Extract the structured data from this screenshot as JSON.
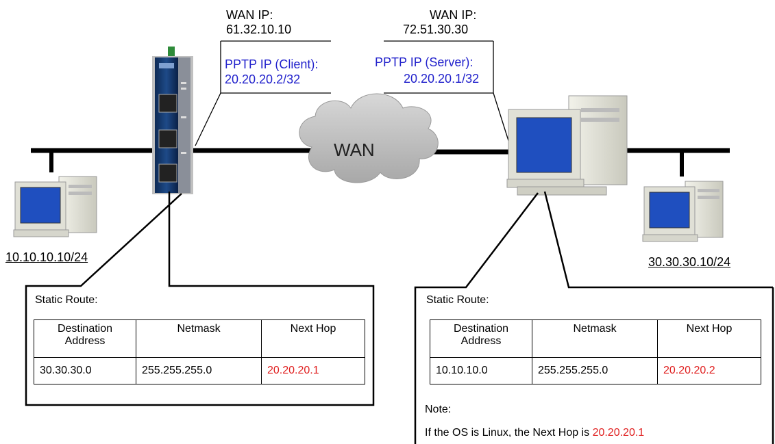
{
  "client_router": {
    "wan_label": "WAN IP:",
    "wan_ip": "61.32.10.10",
    "pptp_label": "PPTP IP (Client):",
    "pptp_ip": "20.20.20.2/32"
  },
  "server": {
    "wan_label": "WAN IP:",
    "wan_ip": "72.51.30.30",
    "pptp_label": "PPTP IP (Server):",
    "pptp_ip": "20.20.20.1/32"
  },
  "cloud_label": "WAN",
  "left_pc_ip": "10.10.10.10/24",
  "right_pc_ip": "30.30.30.10/24",
  "colors": {
    "blue_text": "#2222cc",
    "red_text": "#e02020"
  },
  "left_route": {
    "title": "Static Route:",
    "headers": [
      "Destination\nAddress",
      "Netmask",
      "Next Hop"
    ],
    "row": [
      "30.30.30.0",
      "255.255.255.0",
      "20.20.20.1"
    ]
  },
  "right_route": {
    "title": "Static Route:",
    "headers": [
      "Destination\nAddress",
      "Netmask",
      "Next Hop"
    ],
    "row": [
      "10.10.10.0",
      "255.255.255.0",
      "20.20.20.2"
    ],
    "note_label": "Note:",
    "note_prefix": "If the OS is Linux, the Next Hop is ",
    "note_value": "20.20.20.1"
  }
}
